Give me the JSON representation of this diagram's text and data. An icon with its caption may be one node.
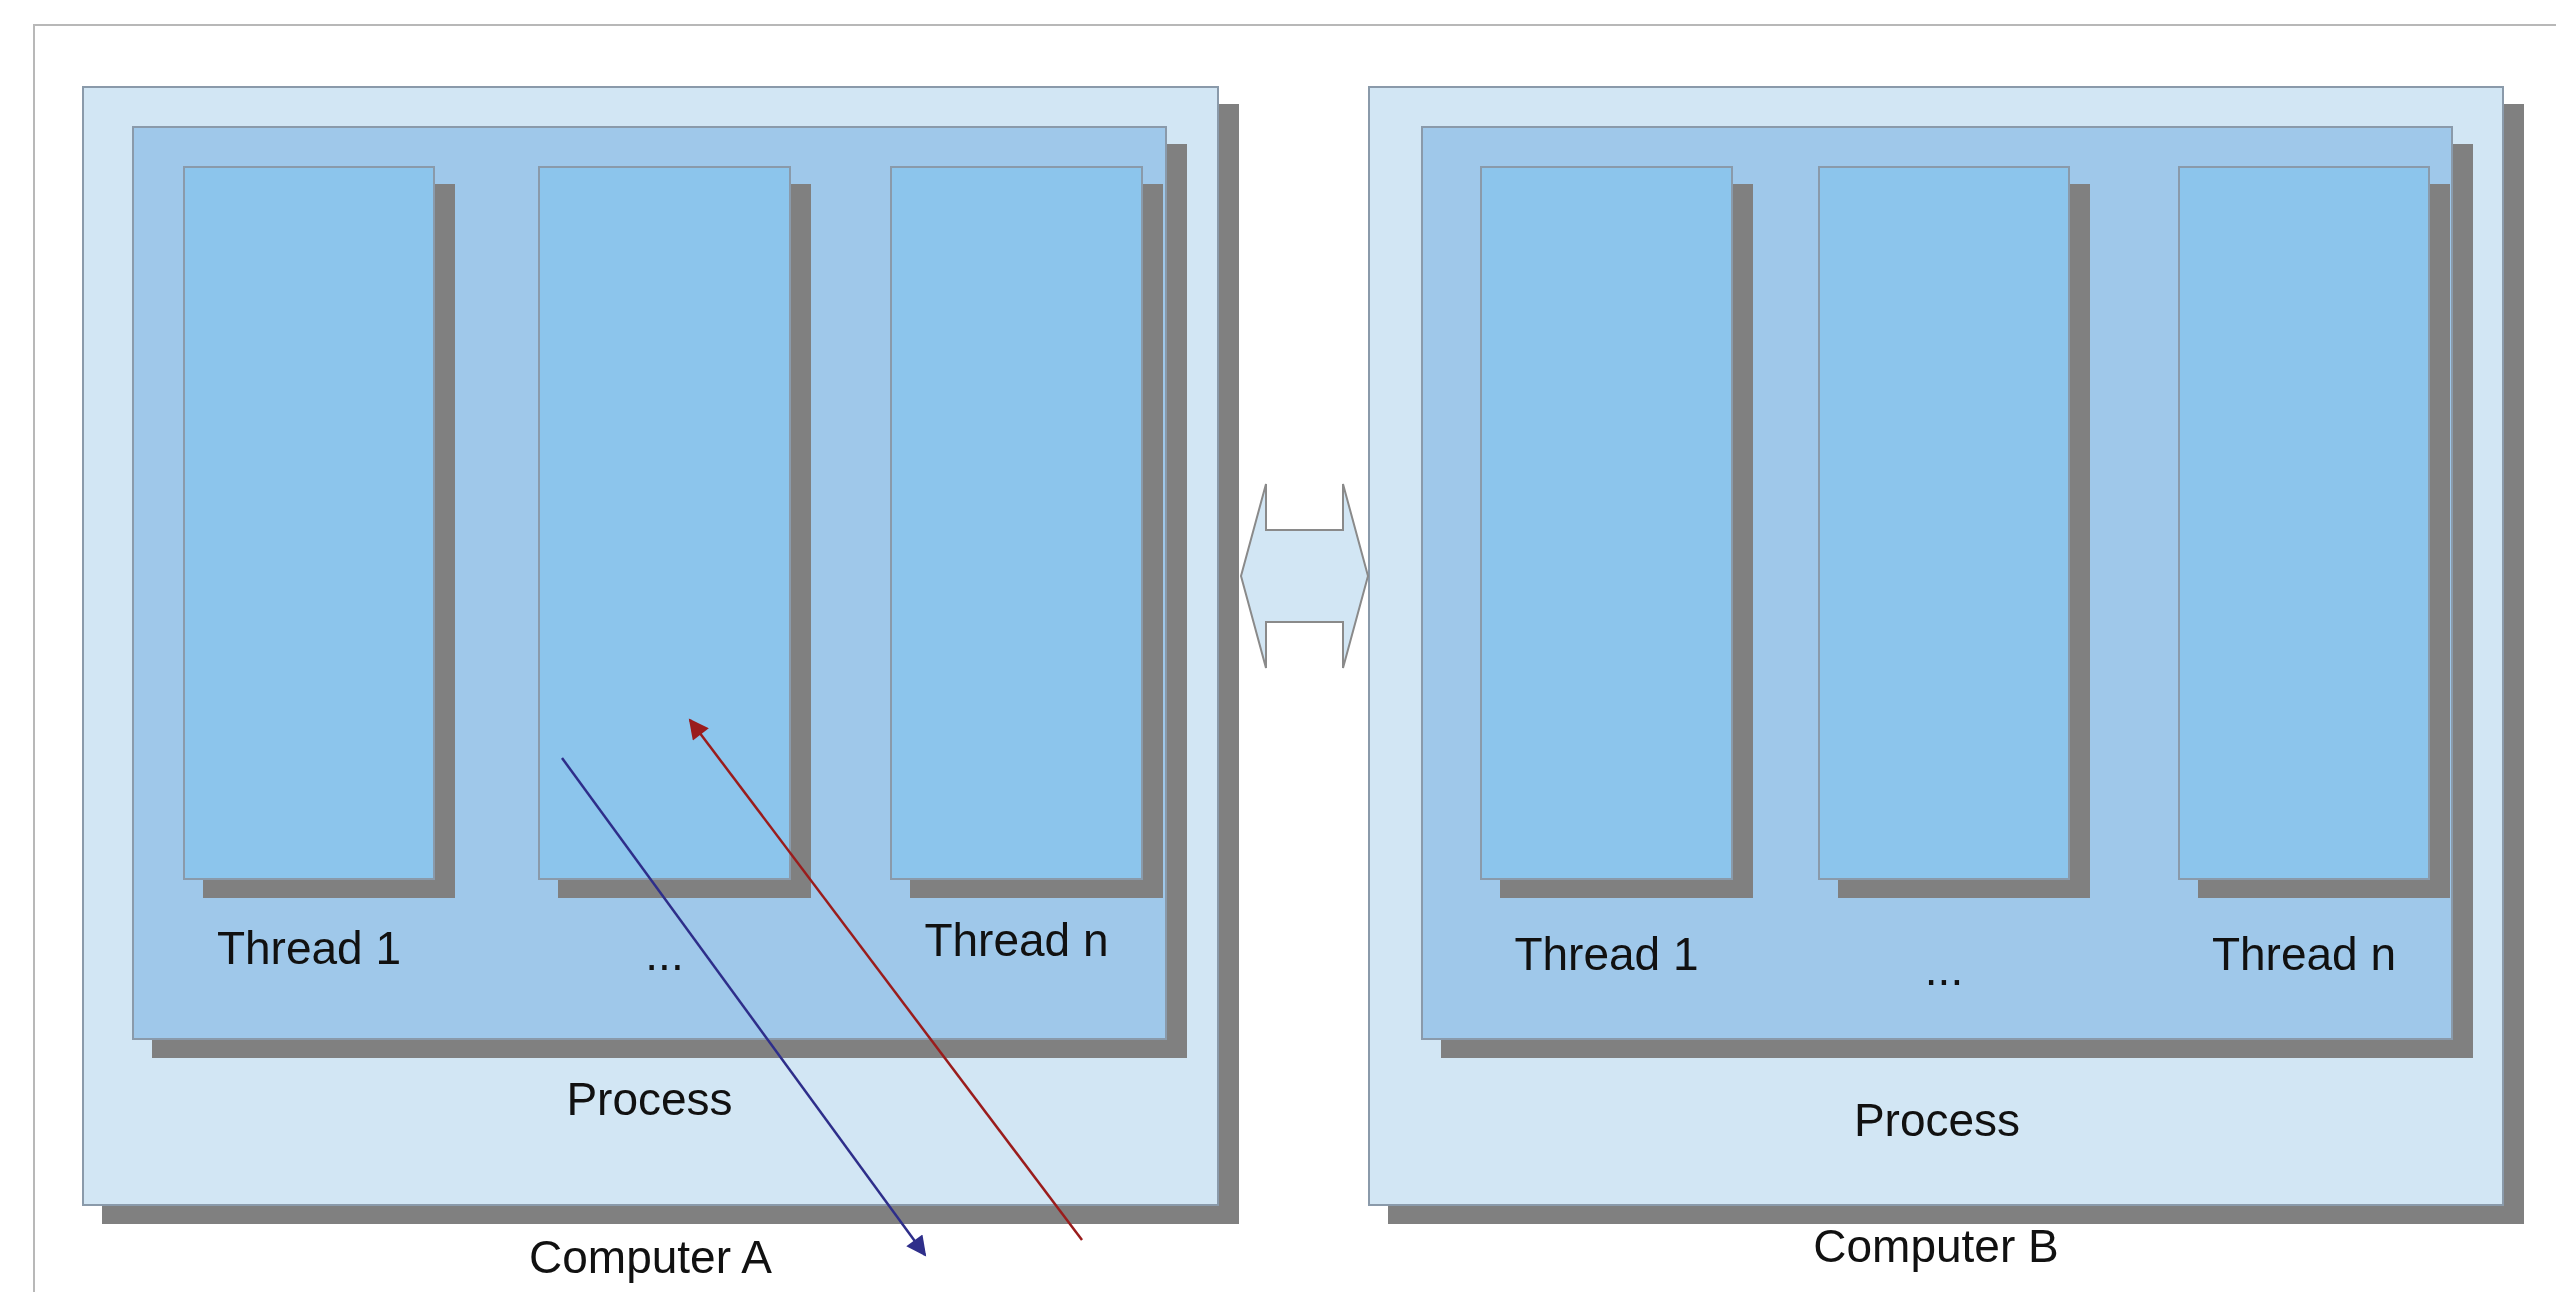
{
  "diagram": {
    "nodes": [
      {
        "text": [
          "Computer A"
        ]
      },
      {
        "text": [
          "Process"
        ],
        "in": 0
      },
      {
        "text": [
          "Thread 1"
        ],
        "in": 1
      },
      {
        "text": [
          "..."
        ],
        "in": 1
      },
      {
        "text": [
          "Thread n"
        ],
        "in": 1
      },
      {
        "text": [
          "Computer B"
        ]
      },
      {
        "text": [
          "Process"
        ],
        "in": 5
      },
      {
        "text": [
          "Thread 1"
        ],
        "in": 6
      },
      {
        "text": [
          "..."
        ],
        "in": 6
      },
      {
        "text": [
          "Thread n"
        ],
        "in": 6
      }
    ],
    "edges": [
      {
        "from": 0,
        "to": 5,
        "arrow": "both",
        "style": "thick"
      },
      {
        "from": 3,
        "to": null,
        "arrow": "to",
        "color": "#2e2e8a"
      },
      {
        "from": null,
        "to": 3,
        "arrow": "to",
        "color": "#9a1c1c"
      }
    ]
  }
}
